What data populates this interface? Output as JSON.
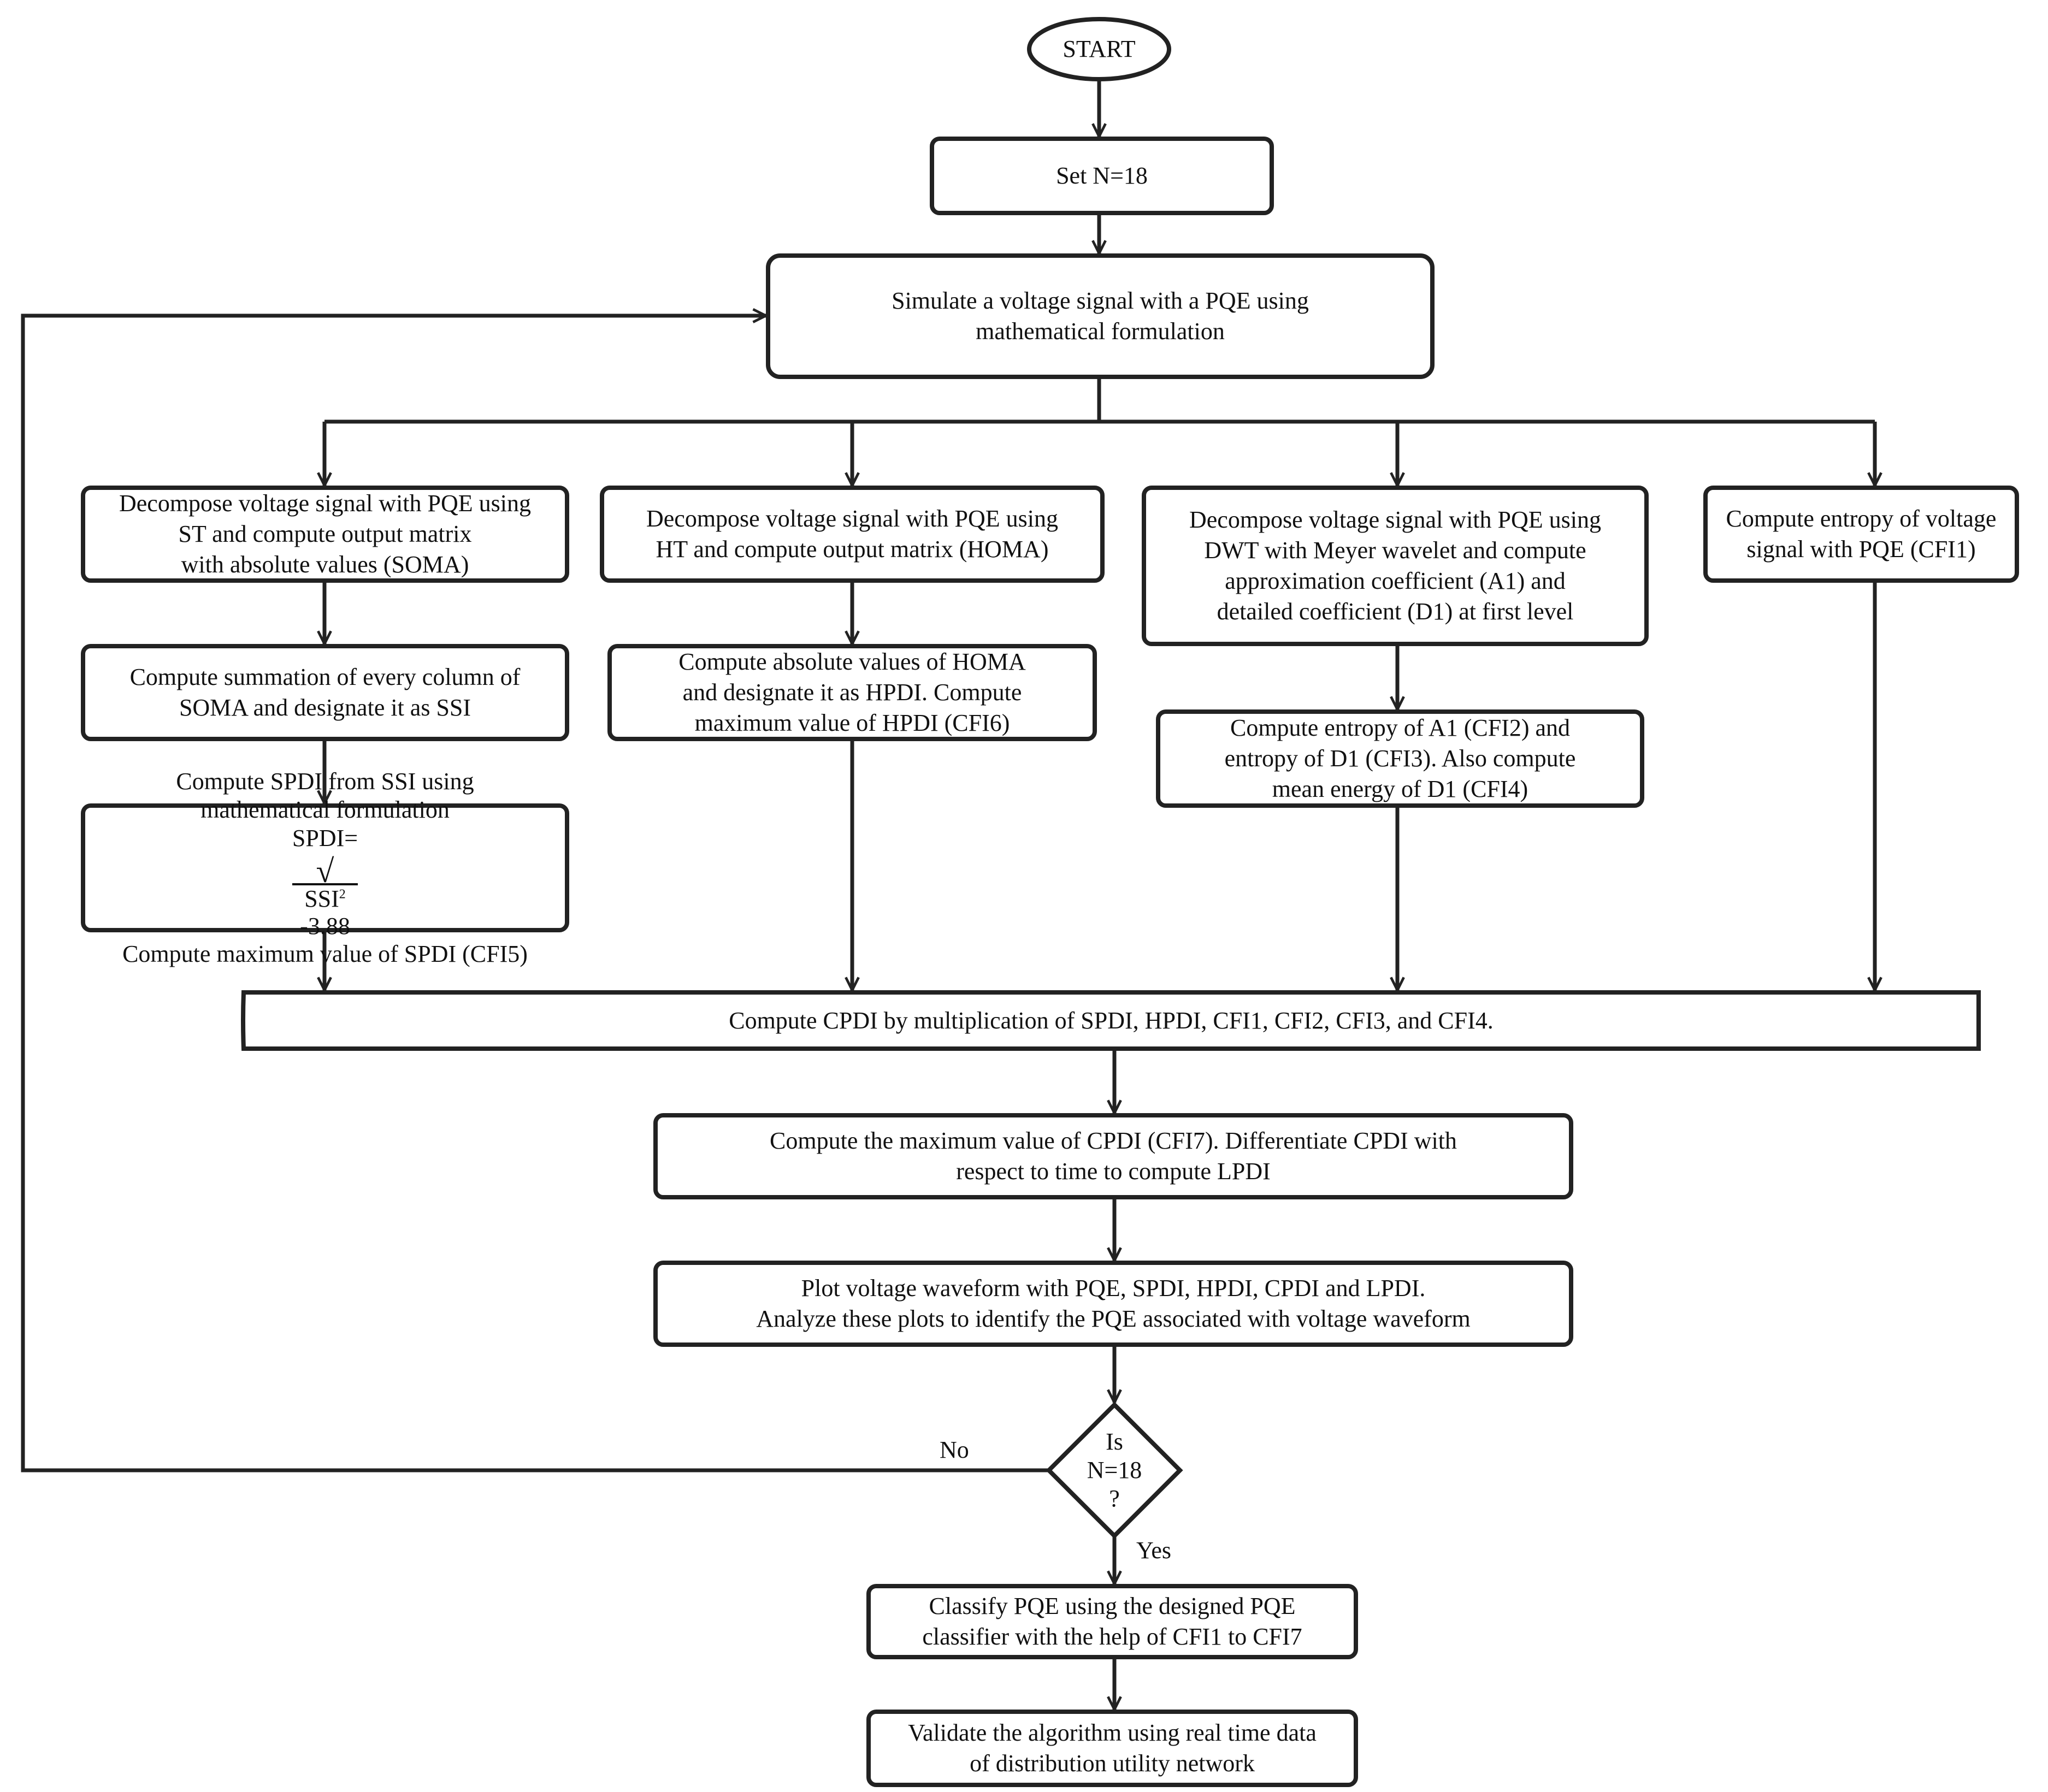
{
  "nodes": {
    "start": "START",
    "set_n": "Set N=18",
    "simulate": [
      "Simulate a voltage signal with a PQE using",
      "mathematical formulation"
    ],
    "st_decompose": [
      "Decompose voltage signal with PQE using",
      "ST and compute output matrix",
      "with absolute values (SOMA)"
    ],
    "ht_decompose": [
      "Decompose voltage signal with PQE using",
      "HT and compute output matrix (HOMA)"
    ],
    "dwt_decompose": [
      "Decompose voltage signal with PQE using",
      "DWT with Meyer wavelet and compute",
      "approximation coefficient (A1) and",
      "detailed coefficient (D1) at first level"
    ],
    "entropy_cfi1": [
      "Compute entropy of voltage",
      "signal with PQE (CFI1)"
    ],
    "ssi": [
      "Compute summation of every column of",
      "SOMA and designate it as SSI"
    ],
    "hpdi": [
      "Compute absolute values of HOMA",
      "and designate it as HPDI. Compute",
      "maximum value of HPDI (CFI6)"
    ],
    "cfi234": [
      "Compute entropy of A1 (CFI2) and",
      "entropy of D1 (CFI3). Also compute",
      "mean energy of D1 (CFI4)"
    ],
    "spdi": {
      "line1": "Compute SPDI from SSI using",
      "line2": "mathematical formulation",
      "formula_lhs": "SPDI=",
      "formula_radical": "√",
      "formula_radicand": "SSI",
      "formula_exponent": "2",
      "formula_tail": "-3.88",
      "line4": "Compute maximum value of SPDI (CFI5)"
    },
    "cpdi": "Compute CPDI by multiplication of SPDI, HPDI, CFI1, CFI2, CFI3, and CFI4.",
    "lpdi": [
      "Compute the maximum value of CPDI (CFI7). Differentiate CPDI with",
      "respect to time to compute LPDI"
    ],
    "plot": [
      "Plot voltage waveform with PQE, SPDI, HPDI, CPDI and LPDI.",
      "Analyze these plots to identify the PQE associated with voltage waveform"
    ],
    "decision": [
      "Is",
      "N=18",
      "?"
    ],
    "classify": [
      "Classify PQE using the designed PQE",
      "classifier with the help of CFI1 to CFI7"
    ],
    "validate": [
      "Validate the algorithm using real time data",
      "of distribution utility network"
    ]
  },
  "edge_labels": {
    "no": "No",
    "yes": "Yes"
  }
}
